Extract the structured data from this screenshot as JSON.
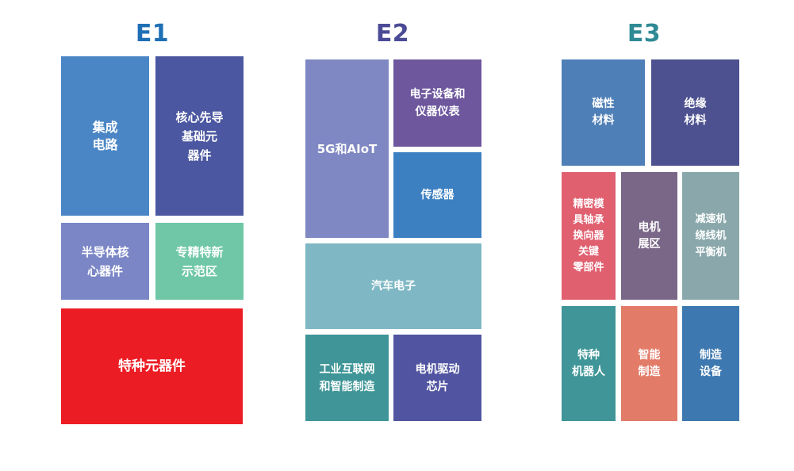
{
  "halls": [
    {
      "title": "E1",
      "title_color": "#1f6fb5",
      "tiles": [
        {
          "label": "集成\n电路",
          "color": "#4a86c6"
        },
        {
          "label": "核心先导\n基础元\n器件",
          "color": "#4b57a0"
        },
        {
          "label": "半导体核\n心器件",
          "color": "#7b86c6"
        },
        {
          "label": "专精特新\n示范区",
          "color": "#6fc7a7"
        },
        {
          "label": "特种元器件",
          "color": "#ec1c24"
        }
      ]
    },
    {
      "title": "E2",
      "title_color": "#4b4a96",
      "tiles": [
        {
          "label": "5G和AIoT",
          "color": "#7f88c3"
        },
        {
          "label": "电子设备和\n仪器仪表",
          "color": "#6e579d"
        },
        {
          "label": "传感器",
          "color": "#3d80c2"
        },
        {
          "label": "汽车电子",
          "color": "#7fb8c4"
        },
        {
          "label": "工业互联网\n和智能制造",
          "color": "#3f9597"
        },
        {
          "label": "电机驱动\n芯片",
          "color": "#5155a1"
        }
      ]
    },
    {
      "title": "E3",
      "title_color": "#2f8a95",
      "tiles": [
        {
          "label": "磁性\n材料",
          "color": "#4f7fb7"
        },
        {
          "label": "绝缘\n材料",
          "color": "#4d5190"
        },
        {
          "label": "精密模\n具轴承\n换向器\n关键\n零部件",
          "color": "#e06070"
        },
        {
          "label": "电机\n展区",
          "color": "#7a6787"
        },
        {
          "label": "减速机\n绕线机\n平衡机",
          "color": "#8aa8ab"
        },
        {
          "label": "特种\n机器人",
          "color": "#3f9597"
        },
        {
          "label": "智能\n制造",
          "color": "#e27b68"
        },
        {
          "label": "制造\n设备",
          "color": "#3d78b0"
        }
      ]
    }
  ]
}
